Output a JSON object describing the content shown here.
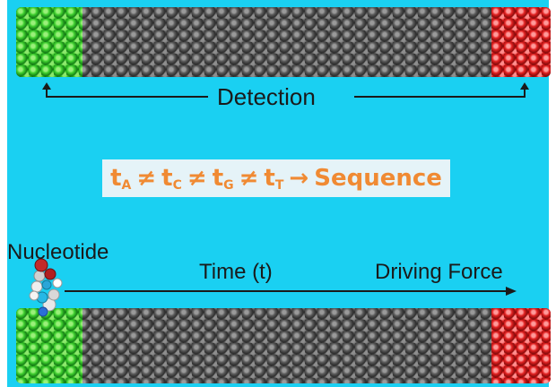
{
  "labels": {
    "detection": "Detection",
    "nucleotide": "Nucleotide",
    "time": "Time (t)",
    "driving_force": "Driving Force"
  },
  "equation": {
    "t_letter": "t",
    "subscripts": [
      "A",
      "C",
      "G",
      "T"
    ],
    "not_equal": "≠",
    "arrow": "→",
    "result": "Sequence"
  },
  "colors": {
    "water": "#1ad0f2",
    "tube_carbon": "#3e3e3e",
    "cap_left": "#1f9a1f",
    "cap_right": "#a51010",
    "equation_text": "#f08a33",
    "equation_box": "#e5f3f8"
  }
}
